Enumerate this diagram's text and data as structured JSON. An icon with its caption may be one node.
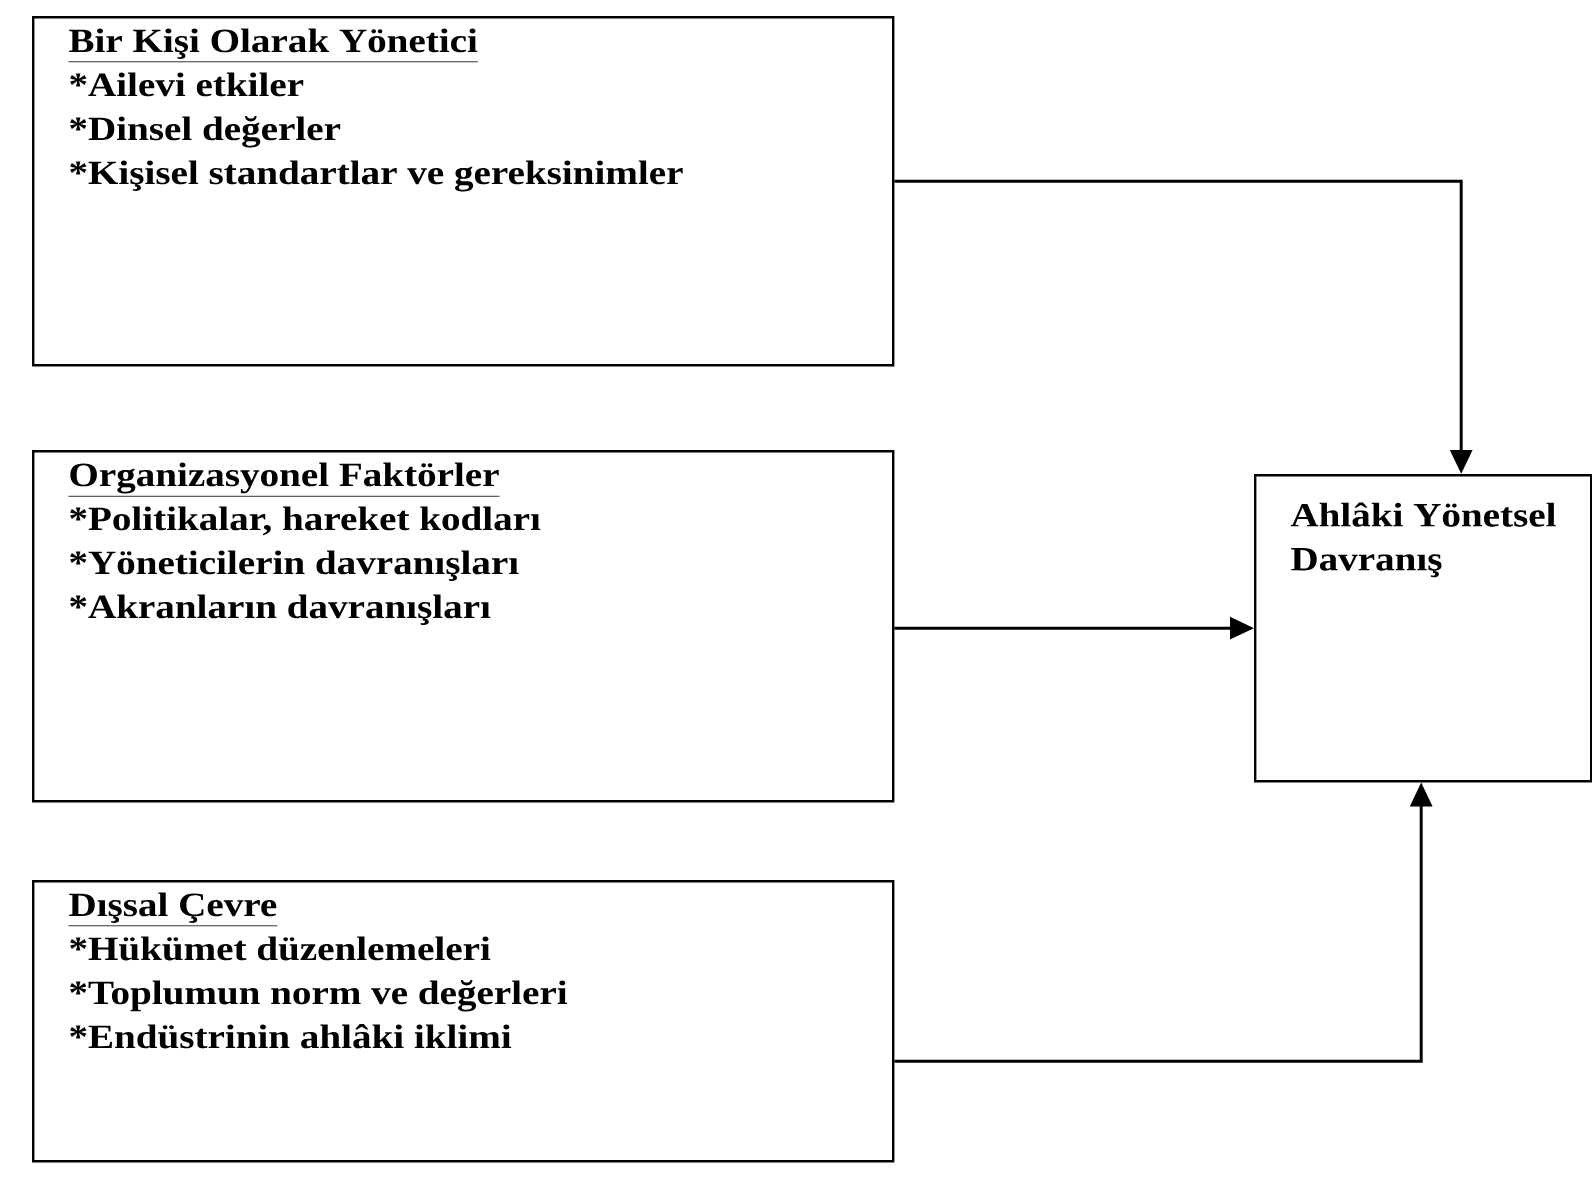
{
  "diagram": {
    "nodes": [
      {
        "text": [
          "Bir Kişi Olarak Yönetici",
          "*Ailevi etkiler",
          "*Dinsel değerler",
          "*Kişisel standartlar ve gereksinimler"
        ]
      },
      {
        "text": [
          "Organizasyonel Faktörler",
          "*Politikalar, hareket kodları",
          "*Yöneticilerin davranışları",
          "*Akranların davranışları"
        ]
      },
      {
        "text": [
          "Dışsal Çevre",
          "*Hükümet düzenlemeleri",
          "*Toplumun norm ve değerleri",
          "*Endüstrinin ahlâki iklimi"
        ]
      },
      {
        "text": [
          "Ahlâki Yönetsel Davranış"
        ]
      }
    ],
    "edges": [
      {
        "from": 0,
        "to": 3,
        "arrow": "to"
      },
      {
        "from": 1,
        "to": 3,
        "arrow": "to"
      },
      {
        "from": 2,
        "to": 3,
        "arrow": "to"
      }
    ]
  }
}
